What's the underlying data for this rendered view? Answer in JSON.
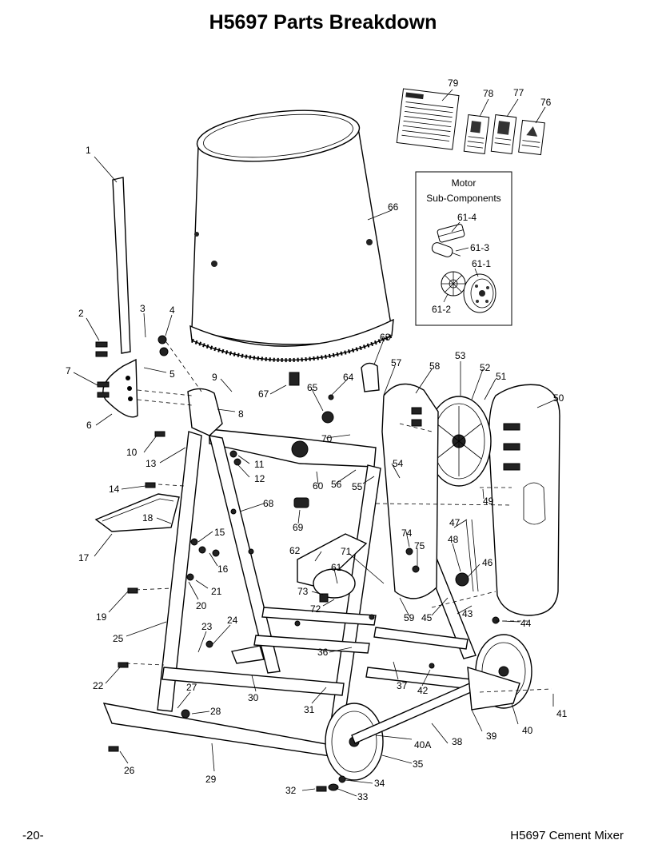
{
  "title": "H5697 Parts Breakdown",
  "inset": {
    "heading_line1": "Motor",
    "heading_line2": "Sub-Components",
    "labels": [
      "61-4",
      "61-3",
      "61-1",
      "61-2"
    ]
  },
  "callouts": {
    "c1": "1",
    "c2": "2",
    "c3": "3",
    "c4": "4",
    "c5": "5",
    "c6": "6",
    "c7": "7",
    "c8": "8",
    "c9": "9",
    "c10": "10",
    "c11": "11",
    "c12": "12",
    "c13": "13",
    "c14": "14",
    "c15": "15",
    "c16": "16",
    "c17": "17",
    "c18": "18",
    "c19": "19",
    "c20": "20",
    "c21": "21",
    "c22": "22",
    "c23": "23",
    "c24": "24",
    "c25": "25",
    "c26": "26",
    "c27": "27",
    "c28": "28",
    "c29": "29",
    "c30": "30",
    "c31": "31",
    "c32": "32",
    "c33": "33",
    "c34": "34",
    "c35": "35",
    "c36": "36",
    "c37": "37",
    "c38": "38",
    "c39": "39",
    "c40": "40",
    "c40A": "40A",
    "c41": "41",
    "c42": "42",
    "c43": "43",
    "c44": "44",
    "c45": "45",
    "c46": "46",
    "c47": "47",
    "c48": "48",
    "c49": "49",
    "c50": "50",
    "c51": "51",
    "c52": "52",
    "c53": "53",
    "c54": "54",
    "c55": "55",
    "c56": "56",
    "c57": "57",
    "c58": "58",
    "c59": "59",
    "c60": "60",
    "c61": "61",
    "c62": "62",
    "c63": "63",
    "c64": "64",
    "c65": "65",
    "c66": "66",
    "c67": "67",
    "c68": "68",
    "c69": "69",
    "c70": "70",
    "c71": "71",
    "c72": "72",
    "c73": "73",
    "c74": "74",
    "c75": "75",
    "c76": "76",
    "c77": "77",
    "c78": "78",
    "c79": "79"
  },
  "footer": {
    "page_number": "-20-",
    "model": "H5697 Cement Mixer"
  }
}
